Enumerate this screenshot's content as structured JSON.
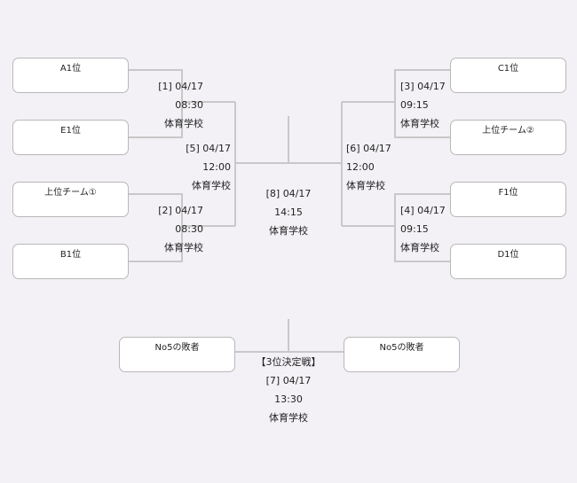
{
  "teams": {
    "a1": "A1位",
    "e1": "E1位",
    "top1": "上位チーム①",
    "b1": "B1位",
    "c1": "C1位",
    "top2": "上位チーム②",
    "f1": "F1位",
    "d1": "D1位",
    "loser_left": "No5の敗者",
    "loser_right": "No5の敗者"
  },
  "matches": {
    "m1": {
      "no": "[1] 04/17",
      "time": "08:30",
      "venue": "体育学校"
    },
    "m2": {
      "no": "[2] 04/17",
      "time": "08:30",
      "venue": "体育学校"
    },
    "m3": {
      "no": "[3] 04/17",
      "time": "09:15",
      "venue": "体育学校"
    },
    "m4": {
      "no": "[4] 04/17",
      "time": "09:15",
      "venue": "体育学校"
    },
    "m5": {
      "no": "[5] 04/17",
      "time": "12:00",
      "venue": "体育学校"
    },
    "m6": {
      "no": "[6] 04/17",
      "time": "12:00",
      "venue": "体育学校"
    },
    "m8": {
      "no": "[8] 04/17",
      "time": "14:15",
      "venue": "体育学校"
    },
    "m7": {
      "label": "【3位決定戦】",
      "no": "[7] 04/17",
      "time": "13:30",
      "venue": "体育学校"
    }
  },
  "colors": {
    "line": "#c8c8c8",
    "box_border": "#b8b8b8",
    "background": "#f3f1f5"
  }
}
